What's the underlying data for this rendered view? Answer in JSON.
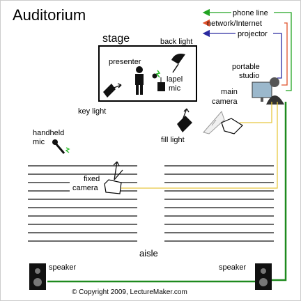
{
  "title": "Auditorium",
  "stage": {
    "label": "stage",
    "back_light": "back light",
    "presenter": "presenter",
    "lapel_mic_line1": "lapel",
    "lapel_mic_line2": "mic"
  },
  "lighting": {
    "key_light": "key light",
    "fill_light": "fill light"
  },
  "equipment": {
    "handheld_mic_line1": "handheld",
    "handheld_mic_line2": "mic",
    "fixed_camera_line1": "fixed",
    "fixed_camera_line2": "camera",
    "main_camera_line1": "main",
    "main_camera_line2": "camera",
    "portable_studio_line1": "portable",
    "portable_studio_line2": "studio"
  },
  "connections": {
    "phone_line": "phone line",
    "network_internet": "network/Internet",
    "projector": "projector"
  },
  "room": {
    "aisle": "aisle",
    "speaker_left": "speaker",
    "speaker_right": "speaker"
  },
  "footer": {
    "copyright": "© Copyright 2009, LectureMaker.com"
  },
  "colors": {
    "phone_line": "#22a322",
    "network_internet": "#e0502a",
    "projector": "#2a2aa0",
    "camera_cable": "#e8c840",
    "speaker_cable": "#1e8a1e"
  }
}
